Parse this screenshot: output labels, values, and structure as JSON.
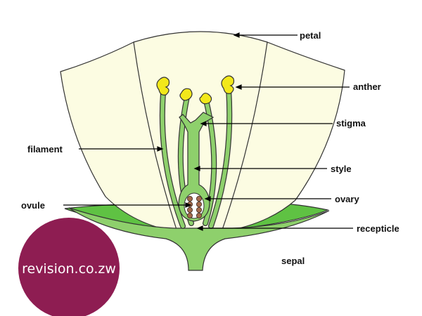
{
  "diagram": {
    "labels": {
      "petal": "petal",
      "anther": "anther",
      "stigma": "stigma",
      "filament": "filament",
      "style": "style",
      "ovary": "ovary",
      "ovule": "ovule",
      "recepticle": "recepticle",
      "sepal": "sepal"
    },
    "watermark": "revision.co.zw"
  },
  "colors": {
    "petal_fill": "#fcfce2",
    "plant_green": "#8ed06c",
    "sepal_green": "#5fc243",
    "anther_yellow": "#f2e81a",
    "ovule_brown": "#a46a4c",
    "watermark_bg": "#8e1d52"
  }
}
